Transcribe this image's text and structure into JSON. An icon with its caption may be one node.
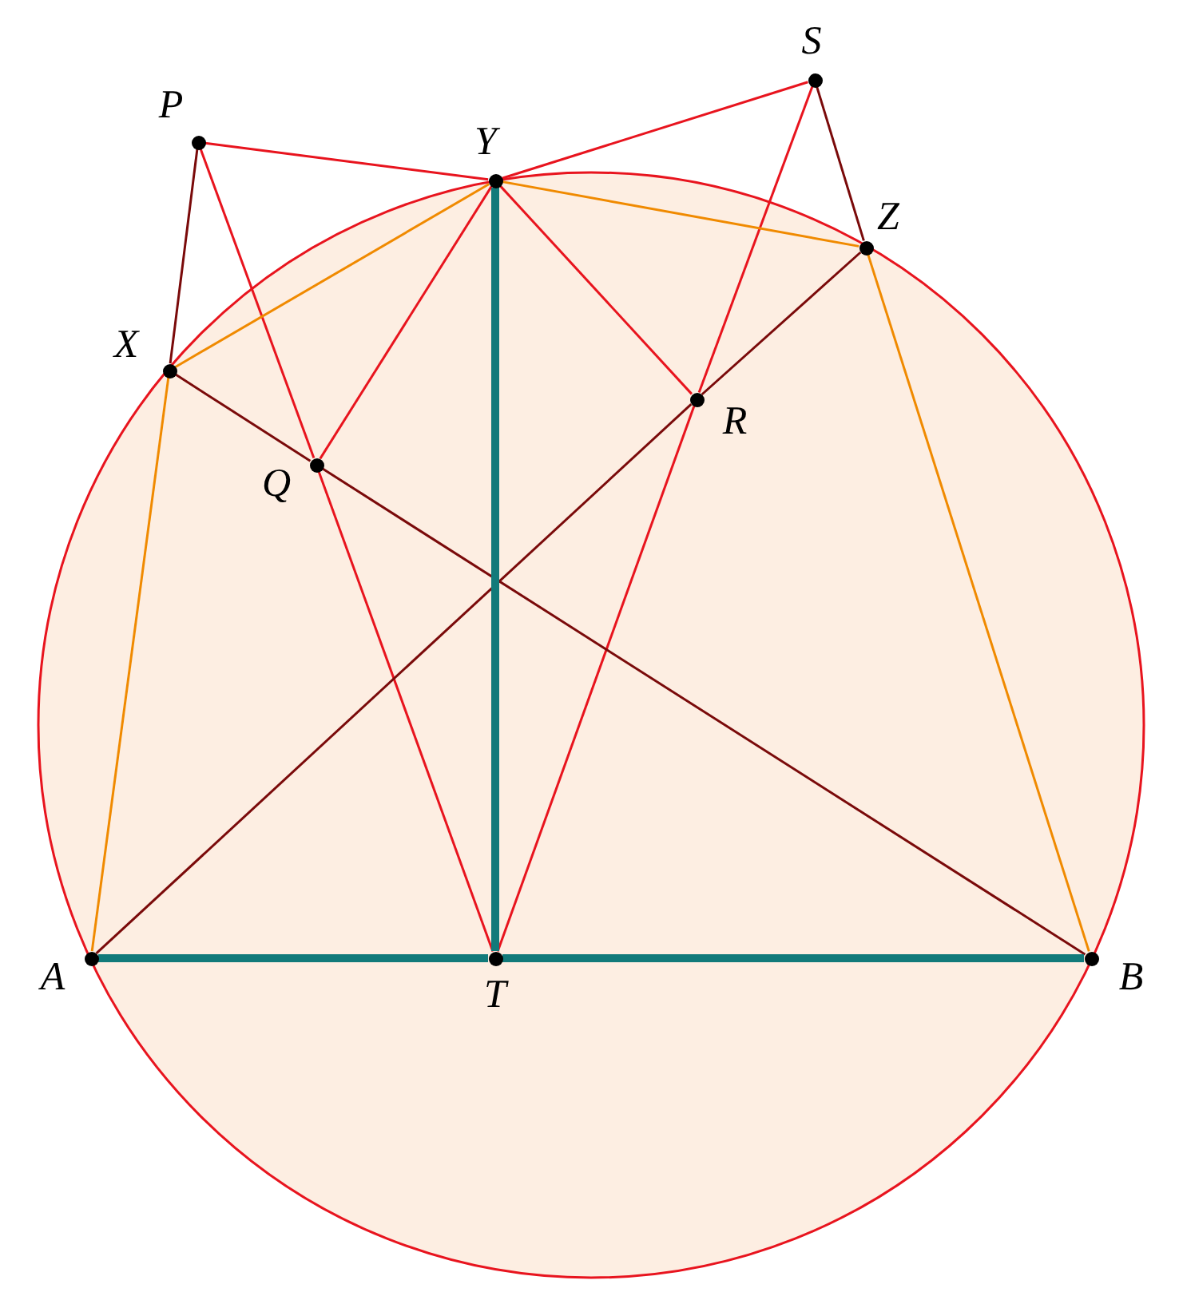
{
  "diagram": {
    "nodes": [
      {
        "text": [
          "S"
        ]
      },
      {
        "text": [
          "P"
        ]
      },
      {
        "text": [
          "Y"
        ]
      },
      {
        "text": [
          "Z"
        ]
      },
      {
        "text": [
          "X"
        ]
      },
      {
        "text": [
          "R"
        ]
      },
      {
        "text": [
          "Q"
        ]
      },
      {
        "text": [
          "A"
        ]
      },
      {
        "text": [
          "T"
        ]
      },
      {
        "text": [
          "B"
        ]
      }
    ],
    "edges": [
      {
        "from": 1,
        "to": 2,
        "arrow": "none"
      },
      {
        "from": 2,
        "to": 0,
        "arrow": "none"
      },
      {
        "from": 1,
        "to": 6,
        "arrow": "none"
      },
      {
        "from": 6,
        "to": 8,
        "arrow": "none"
      },
      {
        "from": 0,
        "to": 5,
        "arrow": "none"
      },
      {
        "from": 5,
        "to": 8,
        "arrow": "none"
      },
      {
        "from": 2,
        "to": 6,
        "arrow": "none"
      },
      {
        "from": 2,
        "to": 5,
        "arrow": "none"
      },
      {
        "from": 1,
        "to": 4,
        "arrow": "none",
        "color": "#7a0a0a"
      },
      {
        "from": 0,
        "to": 3,
        "arrow": "none",
        "color": "#7a0a0a"
      },
      {
        "from": 4,
        "to": 6,
        "arrow": "none",
        "color": "#7a0a0a"
      },
      {
        "from": 6,
        "to": 9,
        "arrow": "none",
        "color": "#7a0a0a"
      },
      {
        "from": 7,
        "to": 5,
        "arrow": "none",
        "color": "#7a0a0a"
      },
      {
        "from": 5,
        "to": 3,
        "arrow": "none",
        "color": "#7a0a0a"
      },
      {
        "from": 4,
        "to": 2,
        "arrow": "none",
        "color": "#f08a00"
      },
      {
        "from": 2,
        "to": 3,
        "arrow": "none",
        "color": "#f08a00"
      },
      {
        "from": 7,
        "to": 4,
        "arrow": "none",
        "color": "#f08a00"
      },
      {
        "from": 3,
        "to": 9,
        "arrow": "none",
        "color": "#f08a00"
      },
      {
        "from": 2,
        "to": 8,
        "arrow": "none",
        "style": "thick",
        "color": "#127a7a"
      },
      {
        "from": 7,
        "to": 8,
        "arrow": "none",
        "style": "thick",
        "color": "#127a7a"
      },
      {
        "from": 8,
        "to": 9,
        "arrow": "none",
        "style": "thick",
        "color": "#127a7a"
      }
    ]
  }
}
